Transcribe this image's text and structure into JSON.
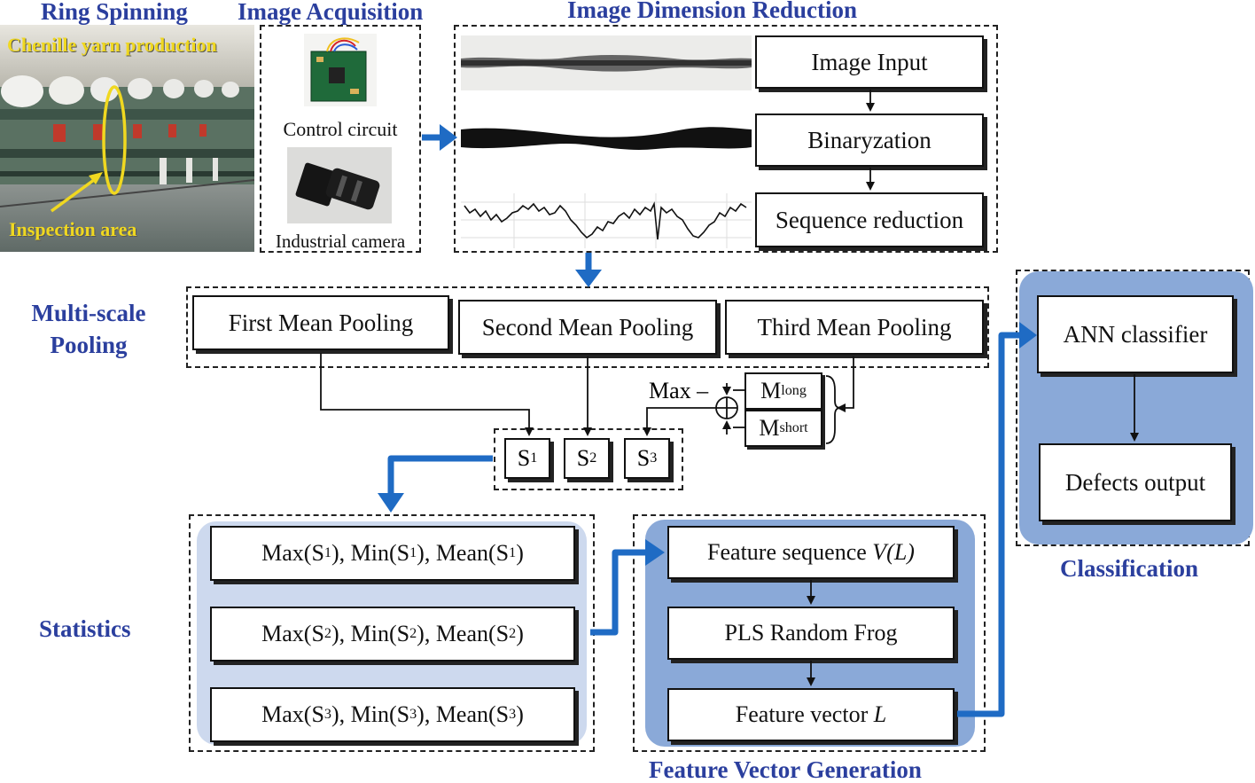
{
  "sections": {
    "ring_spinning": "Ring Spinning",
    "image_acquisition": "Image Acquisition",
    "image_dimension_reduction": "Image Dimension Reduction",
    "multi_scale_pooling_1": "Multi-scale",
    "multi_scale_pooling_2": "Pooling",
    "statistics": "Statistics",
    "feature_vector_generation": "Feature Vector Generation",
    "classification": "Classification"
  },
  "photo": {
    "chenille_label": "Chenille yarn production",
    "inspection_label": "Inspection area"
  },
  "acquisition": {
    "control_circuit": "Control circuit",
    "industrial_camera": "Industrial camera"
  },
  "reduction_steps": [
    "Image Input",
    "Binaryzation",
    "Sequence reduction"
  ],
  "pooling": [
    "First Mean Pooling",
    "Second Mean Pooling",
    "Third Mean Pooling"
  ],
  "combiner": {
    "max_label": "Max",
    "minus": "–",
    "m_long_base": "M",
    "m_long_sub": "long",
    "m_short_base": "M",
    "m_short_sub": "short"
  },
  "s_boxes": [
    {
      "base": "S",
      "sub": "1"
    },
    {
      "base": "S",
      "sub": "2"
    },
    {
      "base": "S",
      "sub": "3"
    }
  ],
  "statistics_rows": [
    {
      "p1": "Max(S",
      "s1": "1",
      "p2": "), Min(S",
      "s2": "1",
      "p3": "), Mean(S",
      "s3": "1",
      "p4": ")"
    },
    {
      "p1": "Max(S",
      "s1": "2",
      "p2": "), Min(S",
      "s2": "2",
      "p3": "), Mean(S",
      "s3": "2",
      "p4": ")"
    },
    {
      "p1": "Max(S",
      "s1": "3",
      "p2": "), Min(S",
      "s2": "3",
      "p3": "), Mean(S",
      "s3": "3",
      "p4": ")"
    }
  ],
  "feature": {
    "seq_prefix": "Feature sequence ",
    "seq_var": "V(L)",
    "pls": "PLS Random Frog",
    "vec_prefix": "Feature vector ",
    "vec_var": "L"
  },
  "classifier": {
    "ann": "ANN classifier",
    "defects": "Defects output"
  },
  "colors": {
    "title_blue": "#2b3f9e",
    "arrow_blue": "#1f6bc4",
    "panel_light": "#cdd9ee",
    "panel_dark": "#8aa9d8",
    "label_yellow": "#f0d820"
  }
}
